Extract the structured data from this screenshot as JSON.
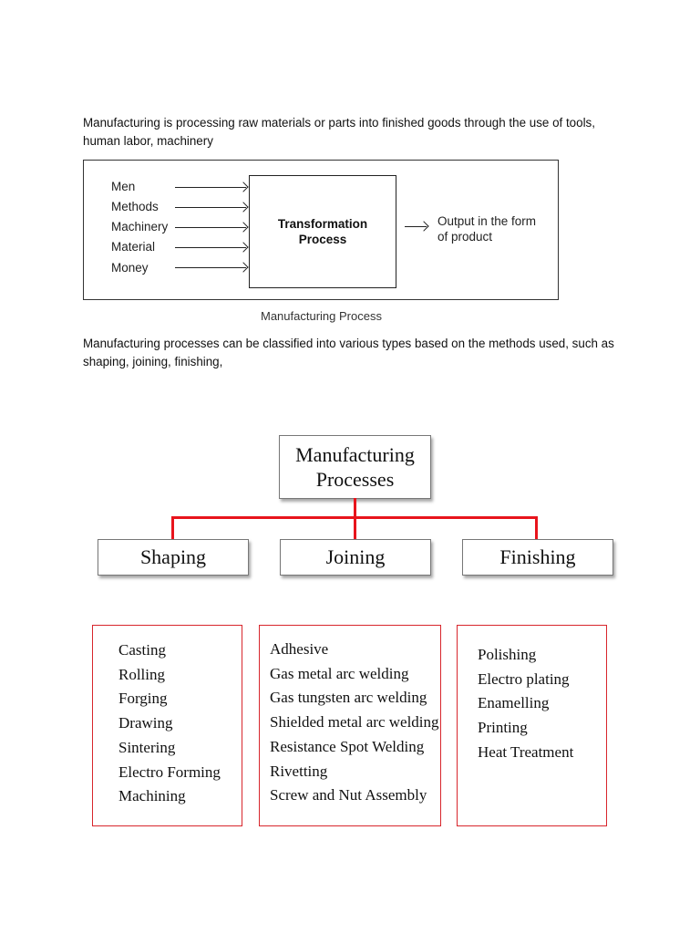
{
  "paragraphs": {
    "intro": "Manufacturing is processing raw materials or parts into finished goods through the use of tools, human labor, machinery",
    "classification": "Manufacturing processes can be classified into various types based on the methods used, such as shaping, joining, finishing,"
  },
  "process_diagram": {
    "inputs": [
      "Men",
      "Methods",
      "Machinery",
      "Material",
      "Money"
    ],
    "process_label_line1": "Transformation",
    "process_label_line2": "Process",
    "output_label": "Output in the form of product",
    "caption": "Manufacturing Process"
  },
  "classification_diagram": {
    "root_line1": "Manufacturing",
    "root_line2": "Processes",
    "line_color": "#e8141c",
    "categories": [
      {
        "name": "Shaping",
        "items": [
          "Casting",
          "Rolling",
          "Forging",
          "Drawing",
          "Sintering",
          "Electro Forming",
          "Machining"
        ]
      },
      {
        "name": "Joining",
        "items": [
          "Adhesive",
          "Gas metal arc welding",
          "Gas tungsten arc welding",
          "Shielded metal arc welding",
          "Resistance Spot Welding",
          "Rivetting",
          "Screw and Nut Assembly"
        ]
      },
      {
        "name": "Finishing",
        "items": [
          "Polishing",
          "Electro plating",
          "Enamelling",
          "Printing",
          "Heat Treatment"
        ]
      }
    ]
  }
}
